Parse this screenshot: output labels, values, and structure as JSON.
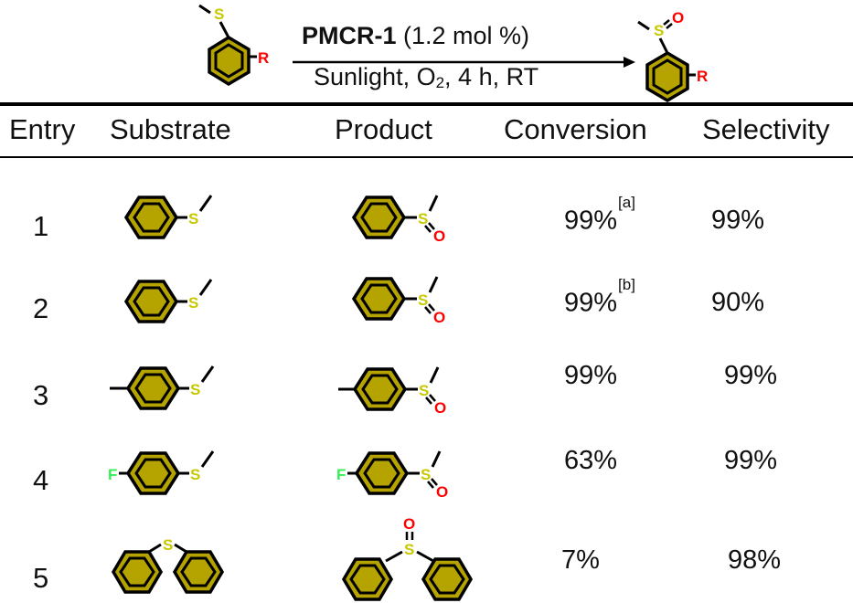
{
  "scheme": {
    "catalyst_name": "PMCR-1",
    "catalyst_loading": " (1.2 mol %)",
    "conditions_pre": "Sunlight, O",
    "conditions_sub": "2",
    "conditions_post": ", 4 h, RT",
    "substrate_labels": {
      "s": "S",
      "r": "R"
    },
    "product_labels": {
      "s": "S",
      "o": "O",
      "r": "R"
    }
  },
  "table": {
    "headers": [
      "Entry",
      "Substrate",
      "Product",
      "Conversion",
      "Selectivity"
    ],
    "rows": [
      {
        "entry": "1",
        "conversion": "99%",
        "note": "[a]",
        "selectivity": "99%"
      },
      {
        "entry": "2",
        "conversion": "99%",
        "note": "[b]",
        "selectivity": "90%"
      },
      {
        "entry": "3",
        "conversion": "99%",
        "note": "",
        "selectivity": "99%"
      },
      {
        "entry": "4",
        "conversion": "63%",
        "note": "",
        "selectivity": "99%"
      },
      {
        "entry": "5",
        "conversion": "7%",
        "note": "",
        "selectivity": "98%"
      }
    ],
    "atom_labels": {
      "s": "S",
      "o": "O",
      "f": "F"
    }
  },
  "colors": {
    "ring_fill": "#b5a300",
    "sulfur": "#c8c800",
    "oxygen": "#ff0000",
    "fluorine": "#33ee55",
    "r_group": "#ff0000",
    "bond": "#000000"
  }
}
